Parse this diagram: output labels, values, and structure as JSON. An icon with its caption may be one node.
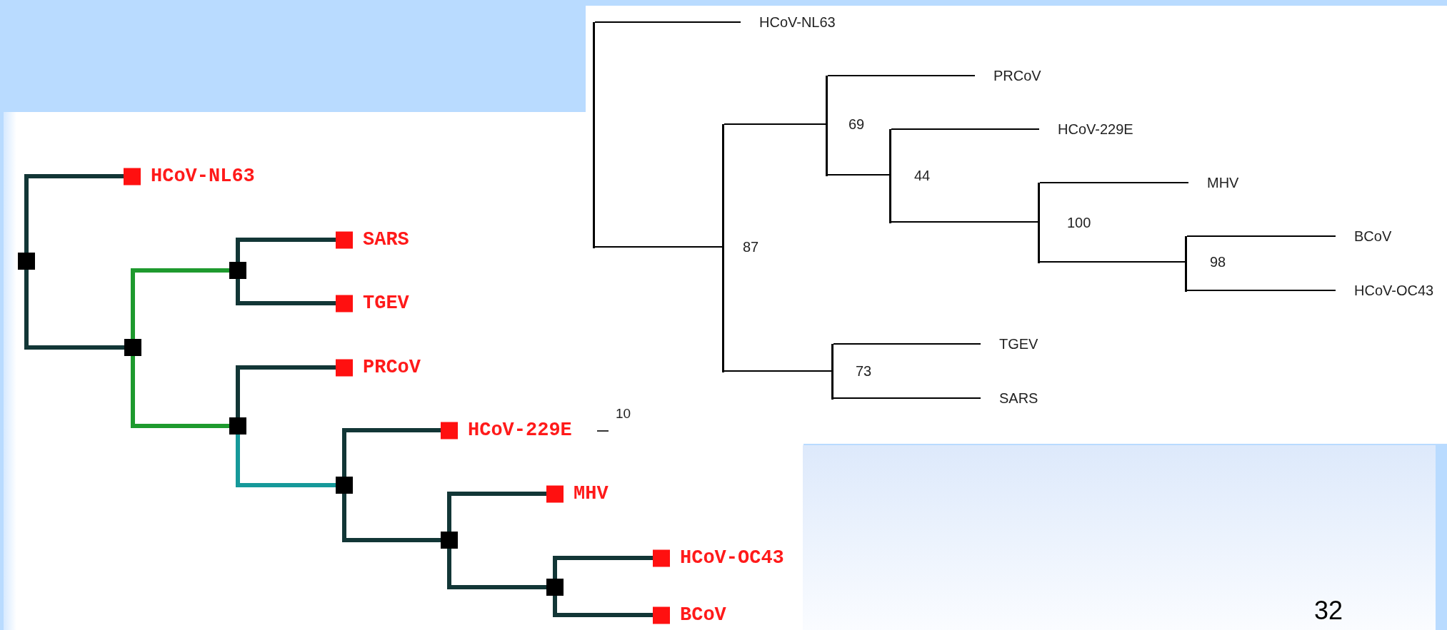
{
  "diagram": {
    "nodes": [
      {
        "text": [],
        "shape": "box"
      },
      {
        "text": [
          "HCoV-NL63"
        ]
      },
      {
        "text": [],
        "shape": "box"
      },
      {
        "text": [],
        "shape": "box"
      },
      {
        "text": [
          "SARS"
        ]
      },
      {
        "text": [
          "TGEV"
        ]
      },
      {
        "text": [],
        "shape": "box"
      },
      {
        "text": [
          "PRCoV"
        ]
      },
      {
        "text": [],
        "shape": "box"
      },
      {
        "text": [
          "HCoV-229E"
        ]
      },
      {
        "text": [],
        "shape": "box"
      },
      {
        "text": [
          "MHV"
        ]
      },
      {
        "text": [],
        "shape": "box"
      },
      {
        "text": [
          "HCoV-OC43"
        ]
      },
      {
        "text": [
          "BCoV"
        ]
      },
      {
        "text": [],
        "shape": "bar"
      },
      {
        "text": [
          "HCoV-NL63"
        ]
      },
      {
        "text": [],
        "shape": "bar",
        "beside": [
          "87"
        ]
      },
      {
        "text": [],
        "shape": "bar",
        "beside": [
          "69"
        ]
      },
      {
        "text": [
          "PRCoV"
        ]
      },
      {
        "text": [],
        "shape": "bar",
        "beside": [
          "44"
        ]
      },
      {
        "text": [
          "HCoV-229E"
        ]
      },
      {
        "text": [],
        "shape": "bar",
        "beside": [
          "100"
        ]
      },
      {
        "text": [
          "MHV"
        ]
      },
      {
        "text": [],
        "shape": "bar",
        "beside": [
          "98"
        ]
      },
      {
        "text": [
          "BCoV"
        ]
      },
      {
        "text": [
          "HCoV-OC43"
        ]
      },
      {
        "text": [],
        "shape": "bar",
        "beside": [
          "73"
        ]
      },
      {
        "text": [
          "TGEV"
        ]
      },
      {
        "text": [
          "SARS"
        ]
      }
    ],
    "edges": [
      {
        "from": 0,
        "to": 1,
        "arrow": "none",
        "style": "thick",
        "color": "#123636"
      },
      {
        "from": 0,
        "to": 2,
        "arrow": "none",
        "style": "thick",
        "color": "#123636"
      },
      {
        "from": 2,
        "to": 3,
        "arrow": "none",
        "style": "thick",
        "color": "#1e9a2e"
      },
      {
        "from": 3,
        "to": 4,
        "arrow": "none",
        "style": "thick",
        "color": "#123636"
      },
      {
        "from": 3,
        "to": 5,
        "arrow": "none",
        "style": "thick",
        "color": "#123636"
      },
      {
        "from": 2,
        "to": 6,
        "arrow": "none",
        "style": "thick",
        "color": "#1e9a2e"
      },
      {
        "from": 6,
        "to": 7,
        "arrow": "none",
        "style": "thick",
        "color": "#123636"
      },
      {
        "from": 6,
        "to": 8,
        "arrow": "none",
        "style": "thick",
        "color": "#16999a"
      },
      {
        "from": 8,
        "to": 9,
        "arrow": "none",
        "style": "thick",
        "color": "#123636"
      },
      {
        "from": 8,
        "to": 10,
        "arrow": "none",
        "style": "thick",
        "color": "#123636"
      },
      {
        "from": 10,
        "to": 11,
        "arrow": "none",
        "style": "thick",
        "color": "#123636"
      },
      {
        "from": 10,
        "to": 12,
        "arrow": "none",
        "style": "thick",
        "color": "#123636"
      },
      {
        "from": 12,
        "to": 13,
        "arrow": "none",
        "style": "thick",
        "color": "#123636"
      },
      {
        "from": 12,
        "to": 14,
        "arrow": "none",
        "style": "thick",
        "color": "#123636"
      },
      {
        "from": 15,
        "to": 16,
        "arrow": "none"
      },
      {
        "from": 15,
        "to": 17,
        "arrow": "none"
      },
      {
        "from": 17,
        "to": 18,
        "arrow": "none"
      },
      {
        "from": 18,
        "to": 19,
        "arrow": "none"
      },
      {
        "from": 18,
        "to": 20,
        "arrow": "none"
      },
      {
        "from": 20,
        "to": 21,
        "arrow": "none"
      },
      {
        "from": 20,
        "to": 22,
        "arrow": "none"
      },
      {
        "from": 22,
        "to": 23,
        "arrow": "none"
      },
      {
        "from": 22,
        "to": 24,
        "arrow": "none"
      },
      {
        "from": 24,
        "to": 25,
        "arrow": "none"
      },
      {
        "from": 24,
        "to": 26,
        "arrow": "none"
      },
      {
        "from": 17,
        "to": 27,
        "arrow": "none"
      },
      {
        "from": 27,
        "to": 28,
        "arrow": "none"
      },
      {
        "from": 27,
        "to": 29,
        "arrow": "none"
      }
    ],
    "labels": [
      "10",
      "32"
    ]
  }
}
